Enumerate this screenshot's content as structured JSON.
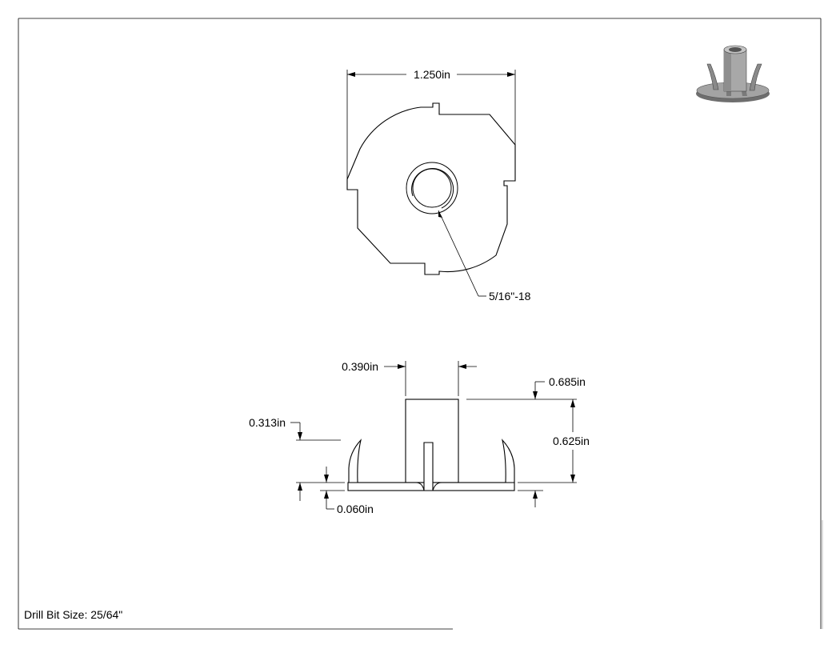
{
  "dimensions": {
    "overall_diameter": "1.250in",
    "thread": "5/16\"-18",
    "barrel_diameter": "0.390in",
    "overall_height": "0.685in",
    "barrel_height": "0.625in",
    "prong_height": "0.313in",
    "flange_thickness": "0.060in"
  },
  "footer": {
    "drill_bit": "Drill Bit Size: 25/64\""
  },
  "thumbnail": {
    "icon": "tee-nut-3d-icon",
    "fill_color": "#a8a8a8"
  }
}
